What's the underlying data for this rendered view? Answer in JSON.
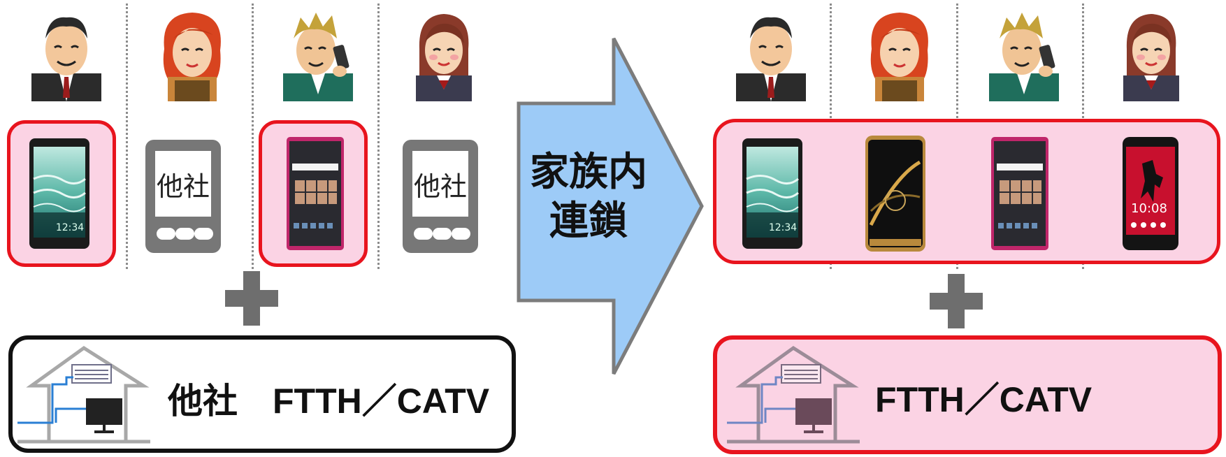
{
  "other_carrier_label": "他社",
  "arrow_text_line1": "家族内",
  "arrow_text_line2": "連鎖",
  "left_home_label": "他社　FTTH／CATV",
  "right_home_label": "FTTH／CATV",
  "phones": {
    "p1_time": "12:34",
    "p4_time": "10:08"
  },
  "colors": {
    "highlight_fill": "#fbd3e4",
    "highlight_border": "#e8141e",
    "arrow_fill": "#9dcbf7",
    "arrow_border": "#7c7c7c",
    "plus": "#6e6e6e",
    "other_phone": "#777777"
  },
  "icons": [
    "man-suit-avatar",
    "woman-redhair-avatar",
    "man-phone-avatar",
    "woman-student-avatar",
    "smartphone-icon",
    "house-icon",
    "plus-icon",
    "arrow-right"
  ]
}
